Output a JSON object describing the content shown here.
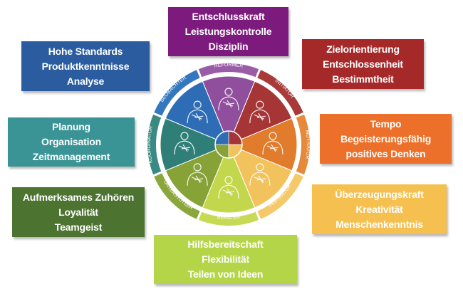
{
  "boxes": [
    {
      "id": "reformer",
      "color": "#7d1a7e",
      "lines": [
        "Entschlusskraft",
        "Leistungskontrolle",
        "Disziplin"
      ]
    },
    {
      "id": "beobachter",
      "color": "#2a5c9f",
      "lines": [
        "Hohe Standards",
        "Produktkenntnisse",
        "Analyse"
      ]
    },
    {
      "id": "initiator",
      "color": "#a6292a",
      "lines": [
        "Zielorientierung",
        "Entschlossenheit",
        "Bestimmtheit"
      ]
    },
    {
      "id": "koordinator",
      "color": "#3a9495",
      "lines": [
        "Planung",
        "Organisation",
        "Zeitmanagement"
      ]
    },
    {
      "id": "motivator",
      "color": "#ec6f2a",
      "lines": [
        "Tempo",
        "Begeisterungsfähig",
        "positives Denken"
      ]
    },
    {
      "id": "unterstuetzer",
      "color": "#4c7330",
      "lines": [
        "Aufmerksames Zuhören",
        "Loyalität",
        "Teamgeist"
      ]
    },
    {
      "id": "inspirator",
      "color": "#f5c050",
      "lines": [
        "Überzeugungskraft",
        "Kreativität",
        "Menschenkenntnis"
      ]
    },
    {
      "id": "berater",
      "color": "#b5d548",
      "lines": [
        "Hilfsbereitschaft",
        "Flexibilität",
        "Teilen von Ideen"
      ]
    }
  ],
  "wheel": {
    "segments": [
      {
        "label": "REFORMER",
        "color": "#8f4f9c",
        "ring": "#9a5ca6"
      },
      {
        "label": "INITIATOR",
        "color": "#a63535",
        "ring": "#a83a3a"
      },
      {
        "label": "MOTIVATOR",
        "color": "#e07c2c",
        "ring": "#e58a3a"
      },
      {
        "label": "INSPIRATOR",
        "color": "#f2c35c",
        "ring": "#f5c96a"
      },
      {
        "label": "BERATER",
        "color": "#c3d74c",
        "ring": "#c7da55"
      },
      {
        "label": "UNTERSTÜTZER",
        "color": "#87a236",
        "ring": "#8aa63c"
      },
      {
        "label": "KOORDINATOR",
        "color": "#2f7f78",
        "ring": "#3a8a84"
      },
      {
        "label": "BEOBACHTER",
        "color": "#2e6db5",
        "ring": "#3577bf"
      }
    ],
    "center": [
      "#2e6db5",
      "#a63535",
      "#f2c35c",
      "#87a236"
    ]
  }
}
